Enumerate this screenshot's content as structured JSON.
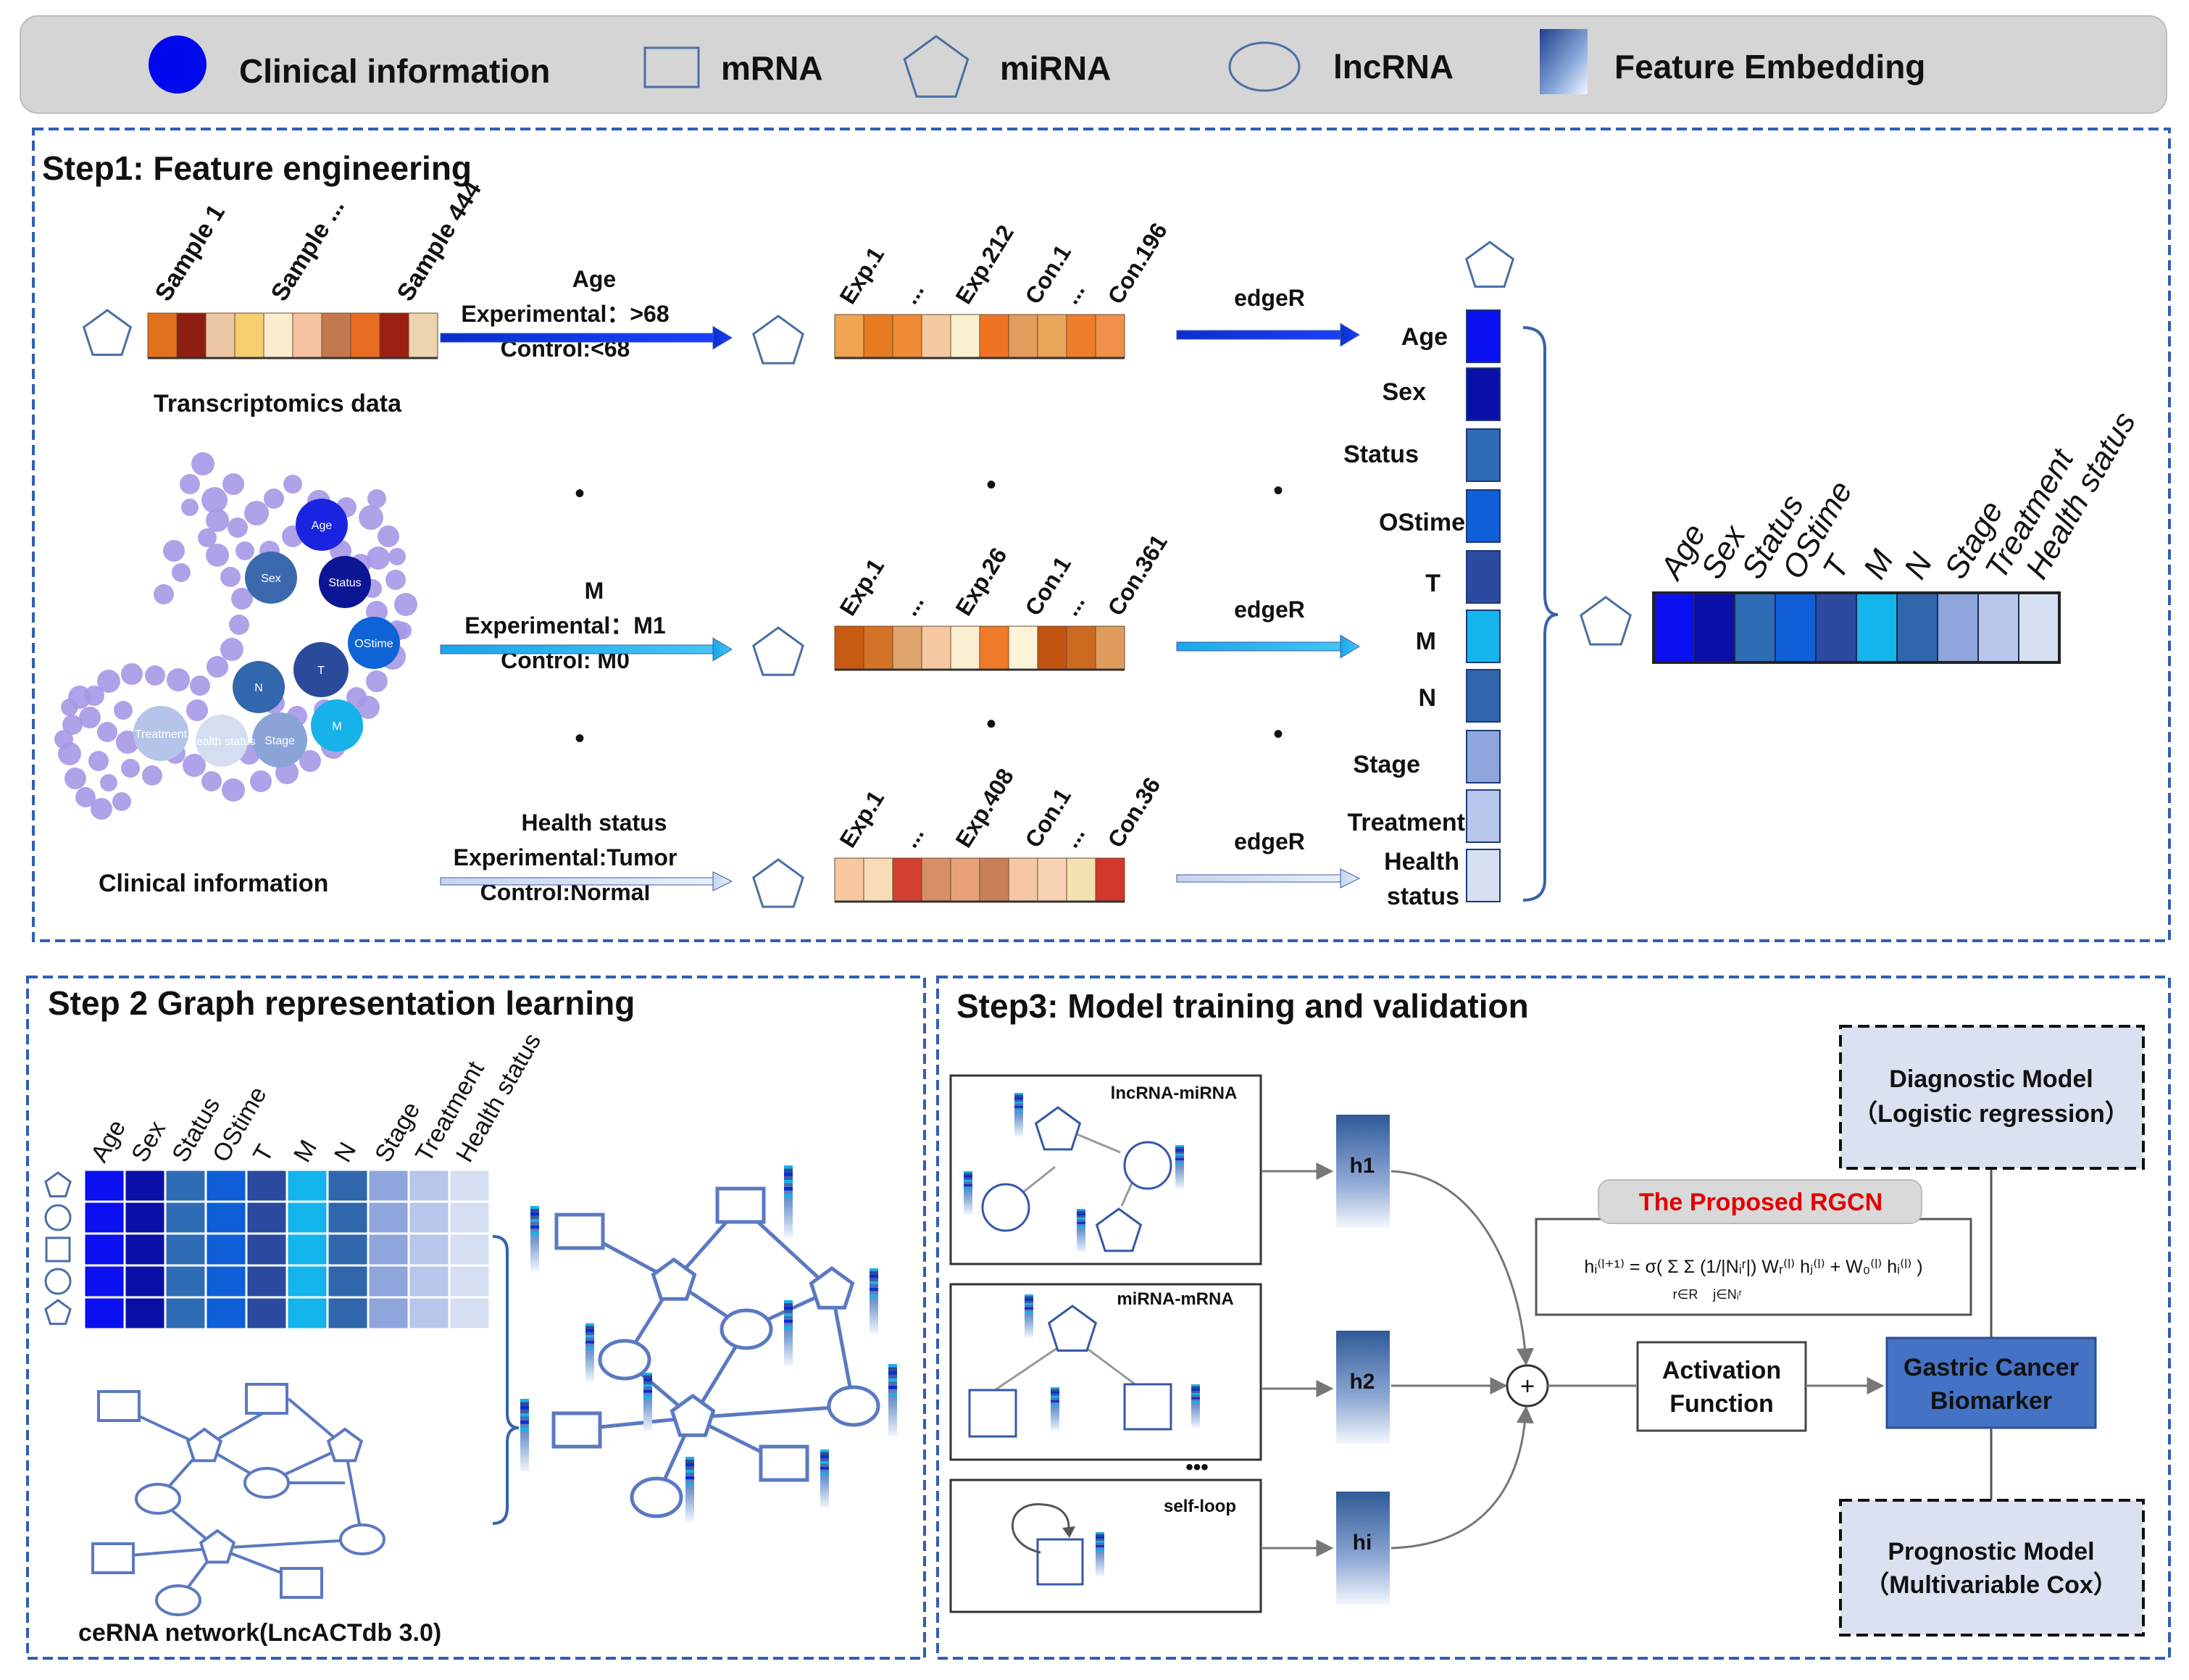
{
  "legend": {
    "clinical": "Clinical information",
    "mrna": "mRNA",
    "mirna": "miRNA",
    "lncrna": "lncRNA",
    "embedding": "Feature Embedding"
  },
  "step1": {
    "title": "Step1: Feature engineering",
    "transcriptomics_label": "Transcriptomics data",
    "clinical_label": "Clinical   information",
    "sample_labels": [
      "Sample 1",
      "Sample ...",
      "Sample 444"
    ],
    "rows": [
      {
        "group": "Age",
        "exp": "Experimental：>68",
        "ctrl": "Control:<68",
        "heads": [
          "Exp.1",
          "...",
          "Exp.212",
          "Con.1",
          "...",
          "Con.196"
        ],
        "method": "edgeR"
      },
      {
        "group": "M",
        "exp": "Experimental：M1",
        "ctrl": "Control: M0",
        "heads": [
          "Exp.1",
          "...",
          "Exp.26",
          "Con.1",
          "...",
          "Con.361"
        ],
        "method": "edgeR"
      },
      {
        "group": "Health status",
        "exp": "Experimental:Tumor",
        "ctrl": "Control:Normal",
        "heads": [
          "Exp.1",
          "...",
          "Exp.408",
          "Con.1",
          "...",
          "Con.36"
        ],
        "method": "edgeR"
      }
    ],
    "dots": "•",
    "feature_names": [
      "Age",
      "Sex",
      "Status",
      "OStime",
      "T",
      "M",
      "N",
      "Stage",
      "Treatment",
      "Health status"
    ],
    "feature_labels": [
      "Age",
      "Sex",
      "Status",
      "OStime",
      "T",
      "M",
      "N",
      "Stage",
      "Treatment",
      "Health",
      "status"
    ],
    "feature_colors": [
      "#0a10f0",
      "#0a0fa8",
      "#2e6cb5",
      "#0e5fd8",
      "#2b4aa0",
      "#14b4ec",
      "#3066ab",
      "#8ea6dc",
      "#b7c6ea",
      "#d7e0f2"
    ],
    "bubbles": [
      "Age",
      "Sex",
      "Status",
      "OStime",
      "T",
      "N",
      "M",
      "Stage",
      "Treatment",
      "Health status"
    ]
  },
  "step2": {
    "title": "Step 2 Graph representation learning",
    "network_label": "ceRNA network(LncACTdb 3.0)",
    "row_shapes": [
      "pentagon",
      "circle",
      "square",
      "circle",
      "pentagon"
    ]
  },
  "step3": {
    "title": "Step3: Model training and validation",
    "relations": [
      "lncRNA-miRNA",
      "miRNA-mRNA",
      "self-loop"
    ],
    "ellipsis": "•••",
    "h_labels": [
      "h1",
      "h2",
      "hi"
    ],
    "rgcn_title": "The Proposed RGCN",
    "formula": "hᵢ⁽ˡ⁺¹⁾ = σ( Σ Σ (1/|Nᵢʳ|) Wᵣ⁽ˡ⁾ hⱼ⁽ˡ⁾ + W₀⁽ˡ⁾ hᵢ⁽ˡ⁾ )",
    "formula_sub1": "r∈R",
    "formula_sub2": "j∈Nᵢʳ",
    "plus": "+",
    "activation": [
      "Activation",
      "Function"
    ],
    "biomarker": [
      "Gastric Cancer",
      "Biomarker"
    ],
    "diagnostic": [
      "Diagnostic Model",
      "（Logistic regression）"
    ],
    "prognostic": [
      "Prognostic Model",
      "（Multivariable Cox）"
    ]
  }
}
